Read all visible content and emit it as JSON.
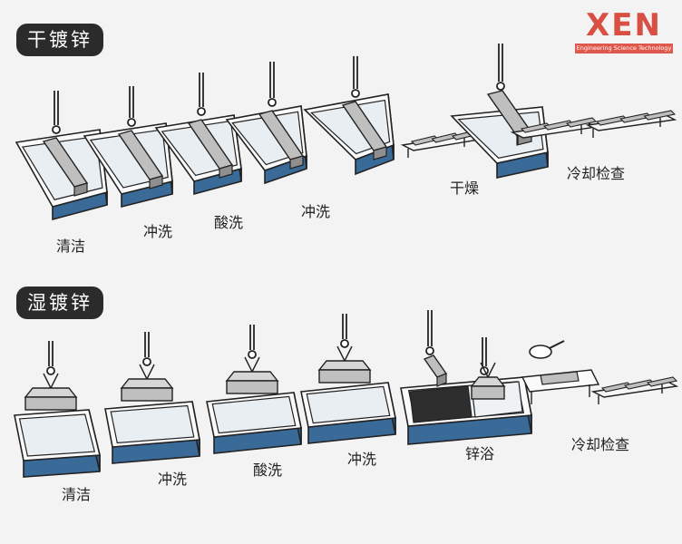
{
  "colors": {
    "background": "#f3f3f3",
    "tank_side": "#3a6a98",
    "tank_inner": "#e9eef2",
    "steel": "#bfbfbf",
    "zinc_bath": "#2e2e2e",
    "logo": "#d94f43"
  },
  "logo": {
    "mark": "XEN",
    "subtitle": "Engineering Science Technology"
  },
  "sections": {
    "dry": {
      "title": "干镀锌",
      "steps": [
        "清洁",
        "冲洗",
        "酸洗",
        "冲洗",
        "干燥",
        "冷却检查"
      ]
    },
    "wet": {
      "title": "湿镀锌",
      "steps": [
        "清洁",
        "冲洗",
        "酸洗",
        "冲洗",
        "锌浴",
        "冷却检查"
      ]
    }
  },
  "icons": [
    "hook-icon",
    "steel-beam-icon",
    "tank-icon",
    "rack-icon",
    "ladle-icon"
  ]
}
